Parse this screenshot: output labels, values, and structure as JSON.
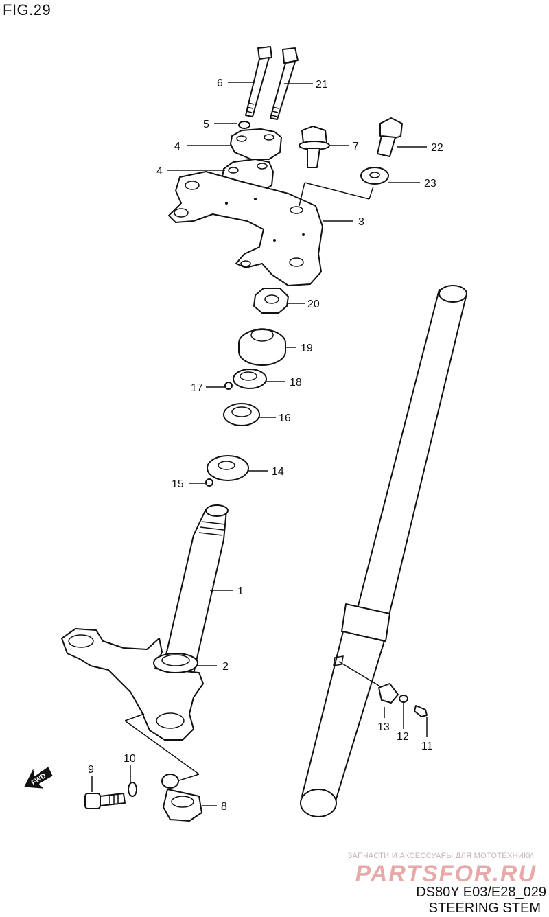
{
  "figure": "FIG.29",
  "callouts": {
    "c1": "1",
    "c2": "2",
    "c3": "3",
    "c4a": "4",
    "c4b": "4",
    "c5": "5",
    "c6": "6",
    "c7": "7",
    "c8": "8",
    "c9": "9",
    "c10": "10",
    "c11": "11",
    "c12": "12",
    "c13": "13",
    "c14": "14",
    "c15": "15",
    "c16": "16",
    "c17": "17",
    "c18": "18",
    "c19": "19",
    "c20": "20",
    "c21": "21",
    "c22": "22",
    "c23": "23"
  },
  "fwd_label": "FWD",
  "watermark": {
    "tagline": "ЗАПЧАСТИ И АКСЕССУАРЫ ДЛЯ МОТОТЕХНИКИ",
    "brand": "PARTSFOR.RU"
  },
  "footer": {
    "model_code": "DS80Y E03/E28_029",
    "section_name": "STEERING STEM"
  }
}
